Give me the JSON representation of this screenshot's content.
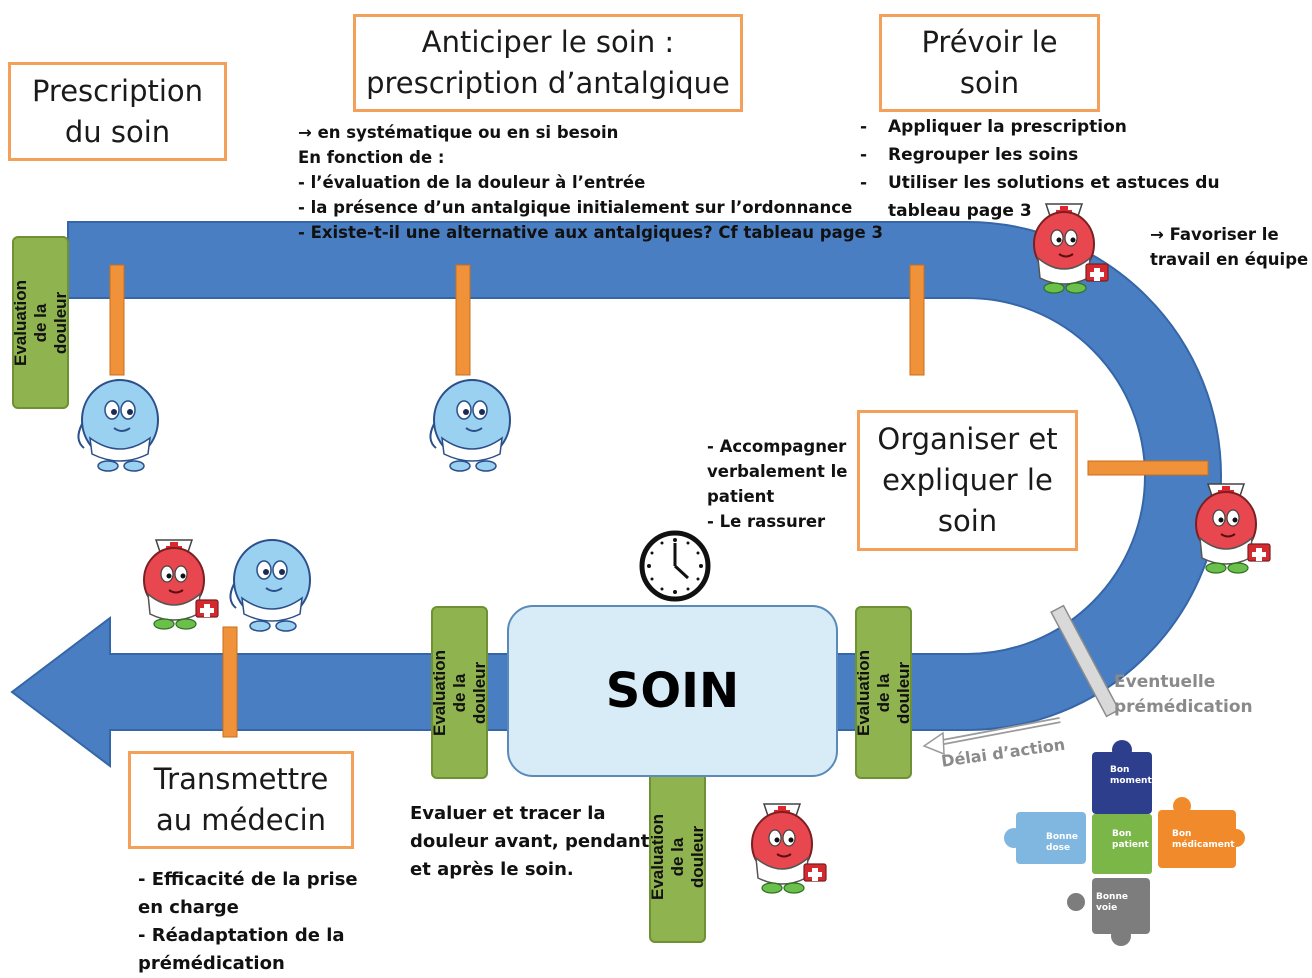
{
  "boxes": {
    "prescription": "Prescription\ndu soin",
    "anticiper": "Anticiper le soin :\nprescription d’antalgique",
    "prevoir": "Prévoir le\nsoin",
    "organiser": "Organiser et\nexpliquer le\nsoin",
    "transmettre": "Transmettre\nau médecin"
  },
  "evaluation_label": "Evaluation de la\ndouleur",
  "center_label": "SOIN",
  "notes": {
    "anticiper_text": "→ en systématique ou en si besoin\nEn fonction de :\n- l’évaluation de la douleur à l’entrée\n- la présence d’un antalgique initialement sur l’ordonnance\n- Existe-t-il une alternative aux antalgiques? Cf tableau page 3",
    "prevoir_items": [
      "Appliquer la prescription",
      "Regrouper les soins",
      "Utiliser les solutions et astuces du\ntableau page 3"
    ],
    "equipe": "→ Favoriser le\ntravail en équipe",
    "accompagner": "- Accompagner\nverbalement le\npatient\n- Le rassurer",
    "evaluer_tracer": "Evaluer et tracer la\ndouleur avant, pendant\net après le soin.",
    "transmettre_text": "- Efficacité de la prise\nen charge\n- Réadaptation de la\nprémédication",
    "premedication": "Eventuelle\nprémédication",
    "delai": "Délai d’action"
  },
  "puzzle": {
    "top": "Bon\nmoment",
    "left": "Bonne\ndose",
    "center": "Bon\npatient",
    "right": "Bon\nmédicament",
    "bottom": "Bonne\nvoie"
  },
  "colors": {
    "arrow_fill": "#4a7ec2",
    "arrow_stroke": "#3566a8",
    "box_border": "#f2a05a",
    "tick": "#f0923a",
    "evaluation_green": "#8fb34f",
    "soin_fill": "#d7ecf6",
    "puzzle_blue": "#2d3e8c",
    "puzzle_light_blue": "#7fb7e0",
    "puzzle_green": "#7ab648",
    "puzzle_orange": "#f08a2b",
    "puzzle_grey": "#7d7d7d"
  },
  "icons": [
    "blue-pill-doctor-icon",
    "red-pill-nurse-icon",
    "clock-icon",
    "puzzle-icon"
  ]
}
